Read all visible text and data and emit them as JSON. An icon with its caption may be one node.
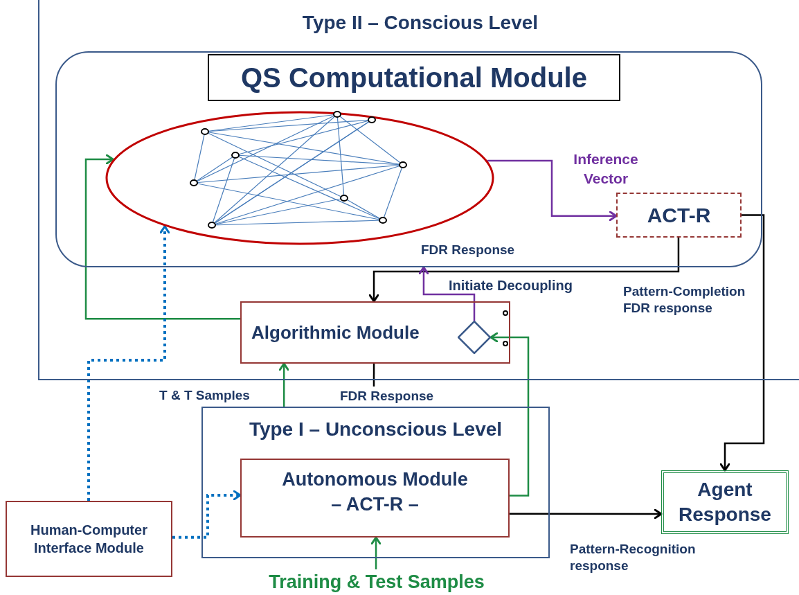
{
  "diagram": {
    "nodes": [
      {
        "text": [
          "Type II – Conscious Level"
        ]
      },
      {
        "text": [
          "QS Computational Module"
        ],
        "in": 0
      },
      {
        "text": [],
        "shape": "ellipse",
        "in": 1
      },
      {
        "text": [
          "ACT-R"
        ],
        "in": 1
      },
      {
        "text": [
          "Algorithmic Module"
        ],
        "in": 0
      },
      {
        "text": [],
        "shape": "diamond",
        "in": 4
      },
      {
        "text": [
          "Type I – Unconscious Level"
        ]
      },
      {
        "text": [
          "Autonomous Module – ACT-R –"
        ],
        "in": 6
      },
      {
        "text": [
          "Human-Computer Interface Module"
        ]
      },
      {
        "text": [
          "Agent Response"
        ]
      },
      {
        "text": [
          "Training & Test Samples"
        ]
      }
    ],
    "edges": [
      {
        "from": 2,
        "to": 3,
        "arrow": "to",
        "label": "Inference Vector",
        "color": "#7030a0"
      },
      {
        "from": 3,
        "to": 4,
        "arrow": "to",
        "label": "FDR Response"
      },
      {
        "from": 3,
        "to": 9,
        "arrow": "to",
        "label": "Pattern-Completion FDR response"
      },
      {
        "from": 4,
        "to": 2,
        "arrow": "to",
        "color": "#1e8c45"
      },
      {
        "from": 8,
        "to": 2,
        "arrow": "to",
        "style": "dashed",
        "color": "#0070c0"
      },
      {
        "from": 8,
        "to": 7,
        "arrow": "to",
        "style": "dashed",
        "color": "#0070c0"
      },
      {
        "from": 6,
        "to": 4,
        "arrow": "to",
        "label": "T & T Samples",
        "color": "#1e8c45"
      },
      {
        "from": 4,
        "to": 6,
        "arrow": "to",
        "label": "FDR Response"
      },
      {
        "from": 7,
        "to": 5,
        "arrow": "to",
        "color": "#1e8c45"
      },
      {
        "from": 7,
        "to": 9,
        "arrow": "to",
        "label": "Pattern-Recognition response"
      },
      {
        "from": 10,
        "to": 7,
        "arrow": "to",
        "color": "#1e8c45"
      },
      {
        "from": 5,
        "to": 1,
        "arrow": "to",
        "label": "Initiate Decoupling",
        "color": "#7030a0"
      }
    ]
  }
}
